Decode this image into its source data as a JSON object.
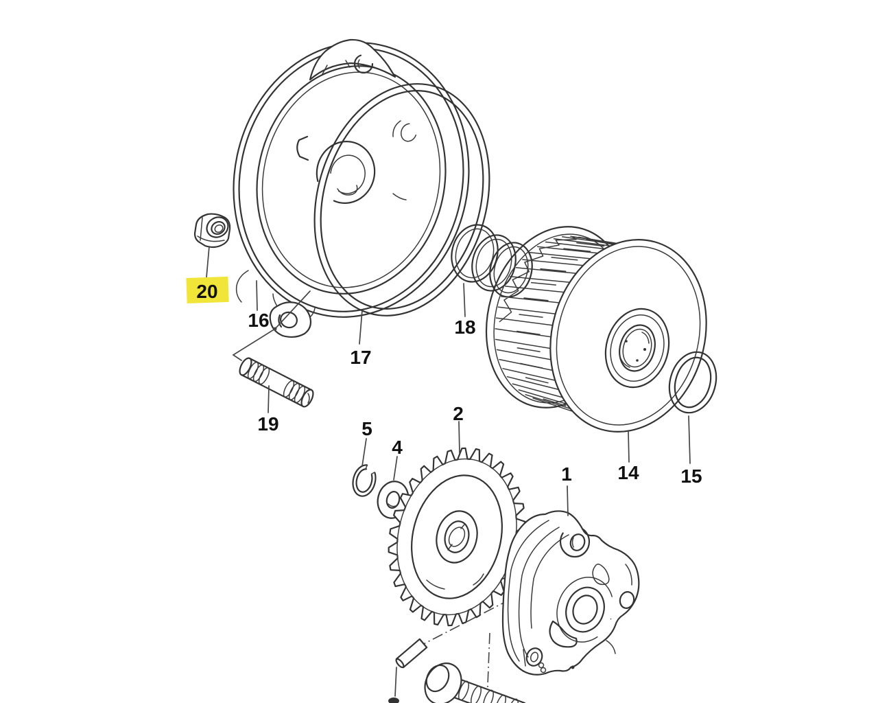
{
  "page": {
    "background_color": "#ffffff"
  },
  "diagram": {
    "kind": "exploded-parts-line-drawing",
    "line_color": "#333333",
    "highlight": {
      "part": "20",
      "color": "#f2e53a",
      "text_color": "#111111"
    },
    "labels": [
      {
        "part": "20",
        "text": "20",
        "highlighted": true
      },
      {
        "part": "16",
        "text": "16",
        "highlighted": false
      },
      {
        "part": "17",
        "text": "17",
        "highlighted": false
      },
      {
        "part": "18",
        "text": "18",
        "highlighted": false
      },
      {
        "part": "19",
        "text": "19",
        "highlighted": false
      },
      {
        "part": "5",
        "text": "5",
        "highlighted": false
      },
      {
        "part": "4",
        "text": "4",
        "highlighted": false
      },
      {
        "part": "2",
        "text": "2",
        "highlighted": false
      },
      {
        "part": "1",
        "text": "1",
        "highlighted": false
      },
      {
        "part": "14",
        "text": "14",
        "highlighted": false
      },
      {
        "part": "15",
        "text": "15",
        "highlighted": false
      }
    ]
  }
}
